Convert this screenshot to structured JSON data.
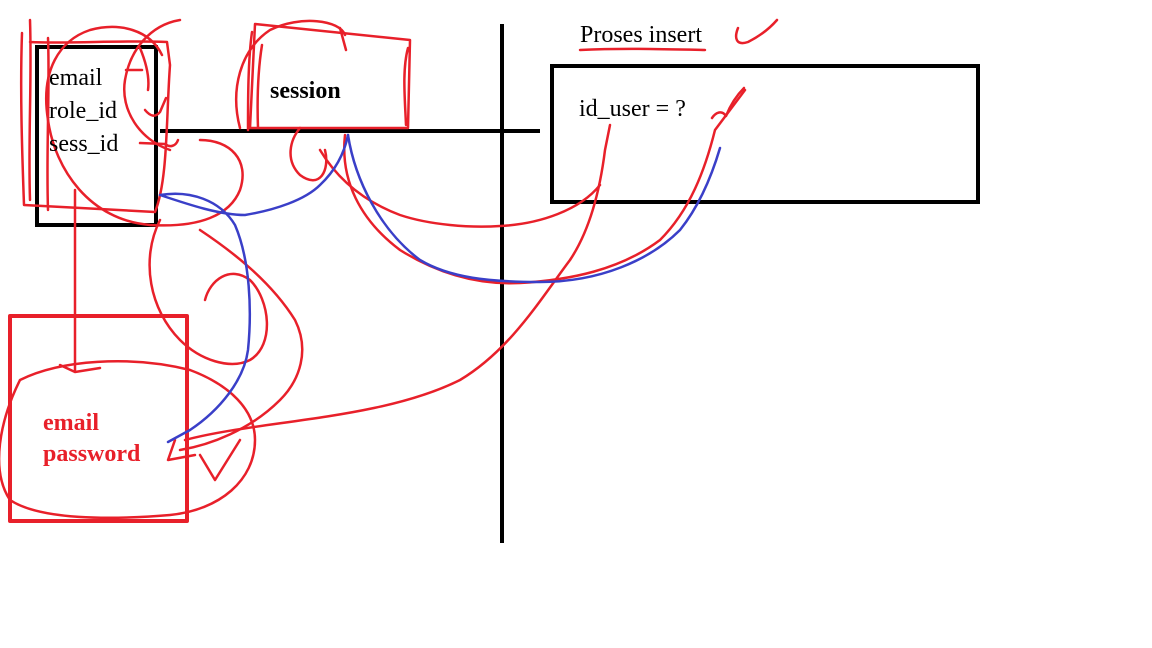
{
  "colors": {
    "ink": "#000000",
    "annotation_red": "#e8202a",
    "annotation_blue": "#3a3fc8",
    "background": "#ffffff"
  },
  "left_box": {
    "fields": [
      "email",
      "role_id",
      "sess_id"
    ]
  },
  "session_label": "session",
  "login_box": {
    "line1": "email",
    "line2": "password"
  },
  "right_panel": {
    "title": "Proses insert",
    "content": "id_user = ?"
  }
}
